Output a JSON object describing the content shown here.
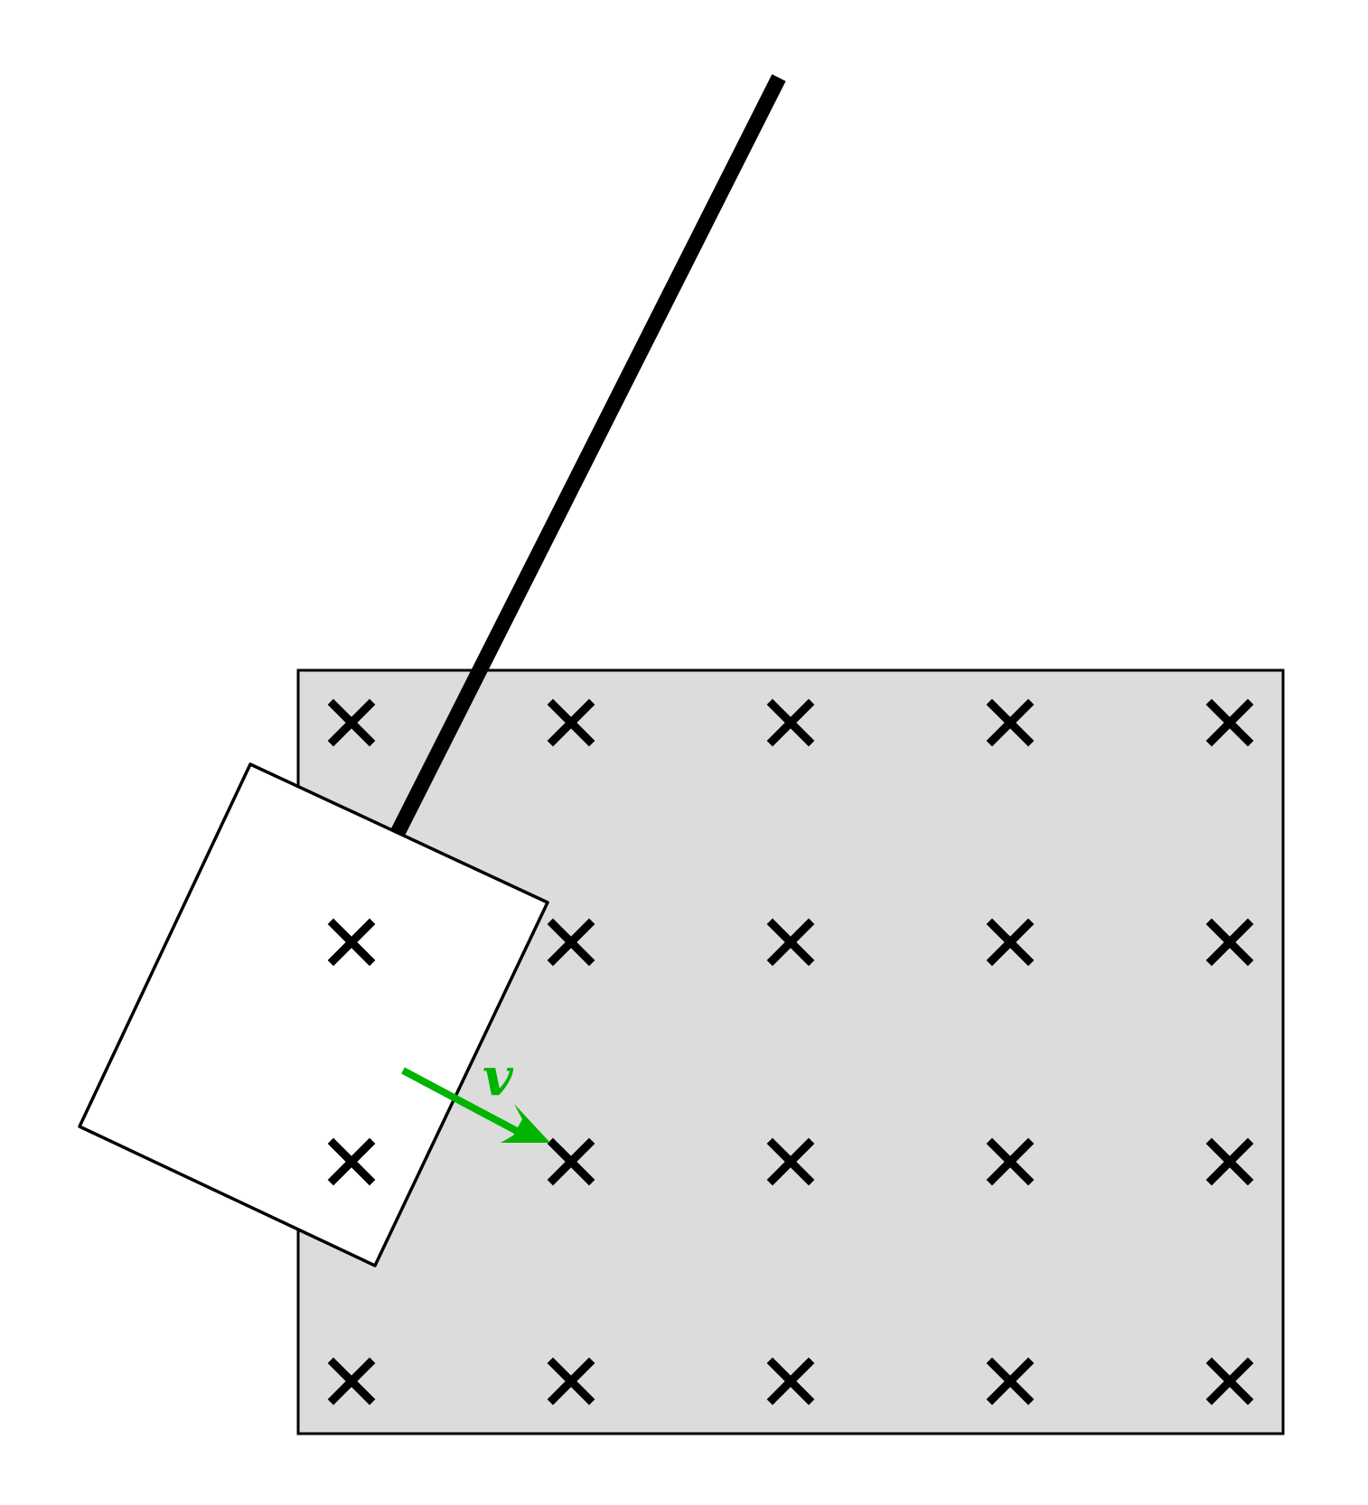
{
  "diagram": {
    "type": "physics-diagram",
    "magnetic_field": {
      "direction": "into-page",
      "symbol": "×",
      "rows": 4,
      "columns": 5,
      "region_color": "#dcdcdc"
    },
    "loop": {
      "shape": "square",
      "fill": "#ffffff",
      "suspended_by": "rod",
      "stroke_color": "#000000"
    },
    "velocity": {
      "label": "v",
      "color": "#00b400"
    }
  }
}
